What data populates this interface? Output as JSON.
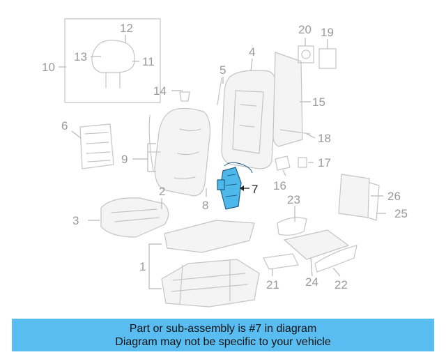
{
  "diagram": {
    "highlight_color": "#4fb8ea",
    "callouts": [
      {
        "id": "1",
        "label": "1",
        "highlighted": false
      },
      {
        "id": "2",
        "label": "2",
        "highlighted": false
      },
      {
        "id": "3",
        "label": "3",
        "highlighted": false
      },
      {
        "id": "4",
        "label": "4",
        "highlighted": false
      },
      {
        "id": "5",
        "label": "5",
        "highlighted": false
      },
      {
        "id": "6",
        "label": "6",
        "highlighted": false
      },
      {
        "id": "7",
        "label": "7",
        "highlighted": true
      },
      {
        "id": "8",
        "label": "8",
        "highlighted": false
      },
      {
        "id": "9",
        "label": "9",
        "highlighted": false
      },
      {
        "id": "10",
        "label": "10",
        "highlighted": false
      },
      {
        "id": "11",
        "label": "11",
        "highlighted": false
      },
      {
        "id": "12",
        "label": "12",
        "highlighted": false
      },
      {
        "id": "13",
        "label": "13",
        "highlighted": false
      },
      {
        "id": "14",
        "label": "14",
        "highlighted": false
      },
      {
        "id": "15",
        "label": "15",
        "highlighted": false
      },
      {
        "id": "16",
        "label": "16",
        "highlighted": false
      },
      {
        "id": "17",
        "label": "17",
        "highlighted": false
      },
      {
        "id": "18",
        "label": "18",
        "highlighted": false
      },
      {
        "id": "19",
        "label": "19",
        "highlighted": false
      },
      {
        "id": "20",
        "label": "20",
        "highlighted": false
      },
      {
        "id": "21",
        "label": "21",
        "highlighted": false
      },
      {
        "id": "22",
        "label": "22",
        "highlighted": false
      },
      {
        "id": "23",
        "label": "23",
        "highlighted": false
      },
      {
        "id": "24",
        "label": "24",
        "highlighted": false
      },
      {
        "id": "25",
        "label": "25",
        "highlighted": false
      },
      {
        "id": "26",
        "label": "26",
        "highlighted": false
      }
    ]
  },
  "banner": {
    "line1": "Part or sub-assembly is #7 in diagram",
    "line2": "Diagram may not be specific to your vehicle",
    "background": "#59bdf1"
  }
}
